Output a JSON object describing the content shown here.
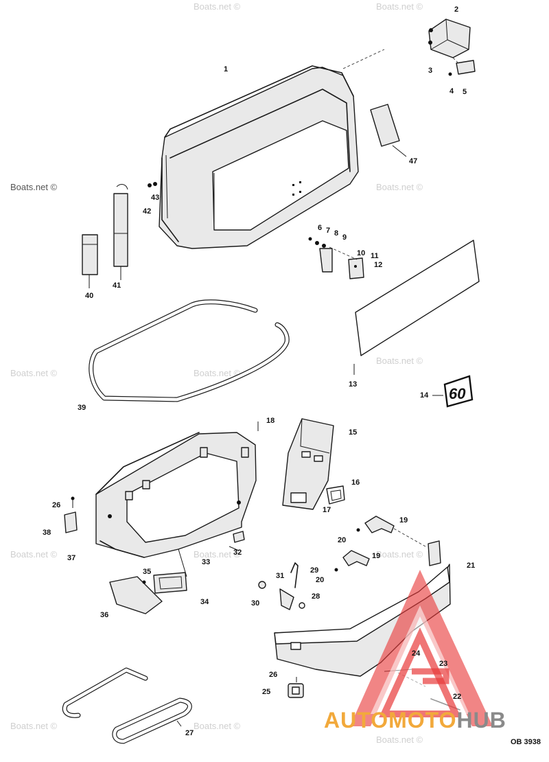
{
  "diagram": {
    "drawing_code": "OB 3938",
    "decal_text": "60",
    "watermark": "Boats.net ©",
    "logo": {
      "text_part1": "AUTOMOTO",
      "text_part2": "HUB",
      "color_orange": "#f2a93b",
      "color_grey": "#8a8a8a",
      "color_red": "#e83a3a"
    },
    "part_labels": [
      "1",
      "2",
      "3",
      "4",
      "5",
      "6",
      "7",
      "8",
      "9",
      "10",
      "11",
      "12",
      "13",
      "14",
      "15",
      "16",
      "17",
      "18",
      "19",
      "19",
      "20",
      "20",
      "21",
      "22",
      "23",
      "24",
      "25",
      "26",
      "26",
      "27",
      "28",
      "29",
      "30",
      "31",
      "32",
      "33",
      "34",
      "35",
      "36",
      "37",
      "38",
      "39",
      "40",
      "41",
      "42",
      "43",
      "47"
    ]
  }
}
